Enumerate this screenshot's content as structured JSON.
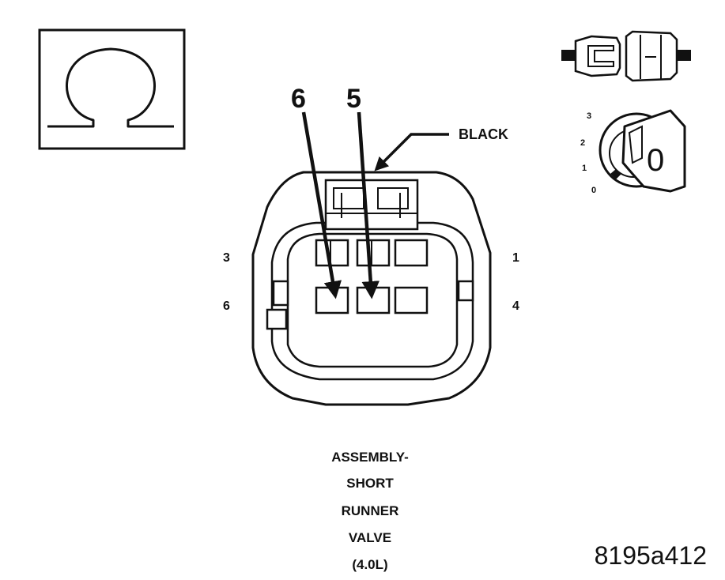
{
  "callouts": [
    "6",
    "5"
  ],
  "wire_color_label": "BLACK",
  "pin_numbers": {
    "top_left": "3",
    "bottom_left": "6",
    "top_right": "1",
    "bottom_right": "4"
  },
  "ignition_key": {
    "positions": [
      "3",
      "2",
      "1",
      "0"
    ],
    "current_position": "0"
  },
  "icons": {
    "meter": "ohm-icon",
    "connector": "connector-disconnect-icon",
    "ignition": "ignition-key-icon"
  },
  "caption_lines": [
    "ASSEMBLY-",
    "SHORT",
    "RUNNER",
    "VALVE",
    "(4.0L)"
  ],
  "figure_id": "8195a412"
}
